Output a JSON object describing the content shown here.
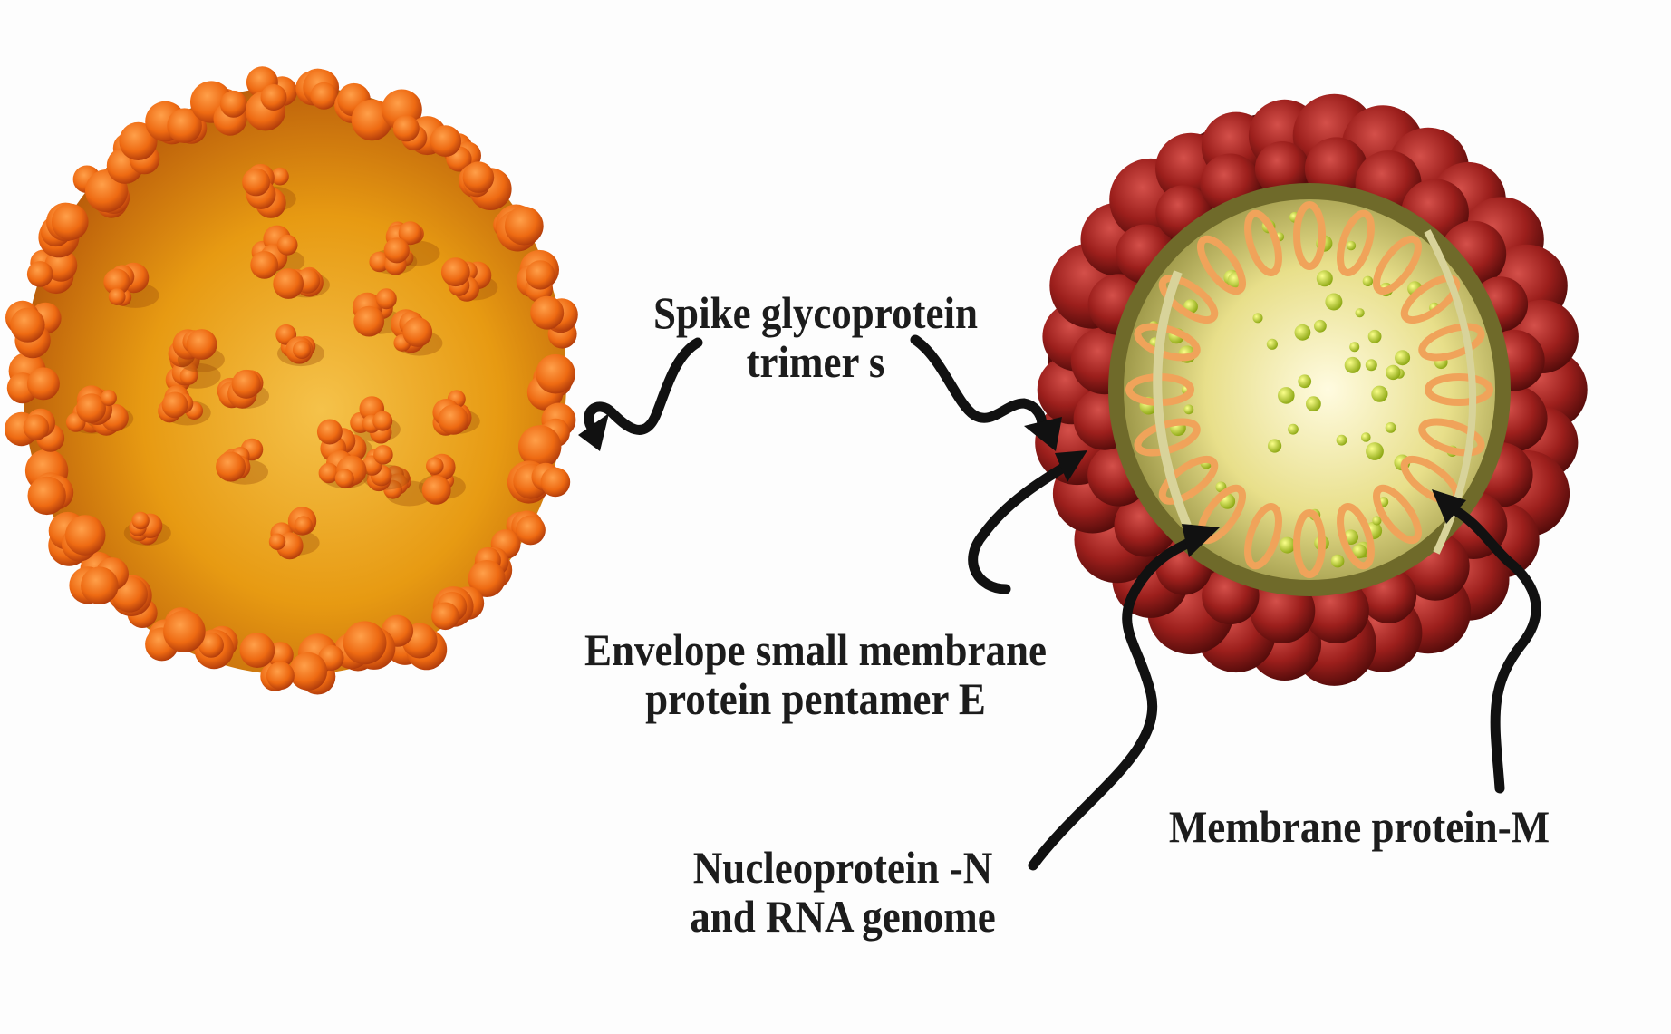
{
  "labels": {
    "spike": {
      "line1": "Spike glycoprotein",
      "line2": "trimer s"
    },
    "envelope": {
      "line1": "Envelope small membrane",
      "line2": "protein pentamer E"
    },
    "membrane": {
      "line1": "Membrane protein-M"
    },
    "nucleo": {
      "line1": "Nucleoprotein -N",
      "line2": "and RNA genome"
    }
  },
  "colors": {
    "outer_virus_body": "#e79a12",
    "outer_virus_spikes": "#ef6a12",
    "section_shell": "#9c1f1c",
    "section_core": "#e6e08a",
    "rna_coil": "#f0a35a",
    "arrows": "#111111",
    "text": "#1c1c1c"
  }
}
